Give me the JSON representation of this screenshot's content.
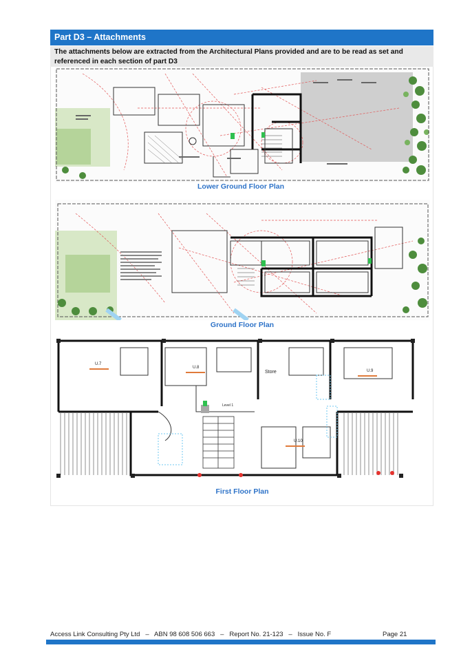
{
  "section": {
    "title": "Part D3 – Attachments",
    "intro": "The attachments below are extracted from the Architectural Plans provided and are to be read as set and referenced in each section of part D3"
  },
  "plans": [
    {
      "caption": "Lower Ground Floor Plan"
    },
    {
      "caption": "Ground Floor Plan"
    },
    {
      "caption": "First Floor Plan",
      "labels": {
        "u7": "U.7",
        "u8": "U.8",
        "u9": "U.9",
        "u10": "U.10",
        "store": "Store",
        "level": "Level 1"
      }
    }
  ],
  "footer": {
    "text": "Access Link Consulting Pty Ltd   –   ABN 98 608 506 663   –   Report No. 21-123   –   Issue No. F",
    "page": "Page 21"
  },
  "colors": {
    "accent": "#1f75c8",
    "caption": "#2e73c8"
  }
}
